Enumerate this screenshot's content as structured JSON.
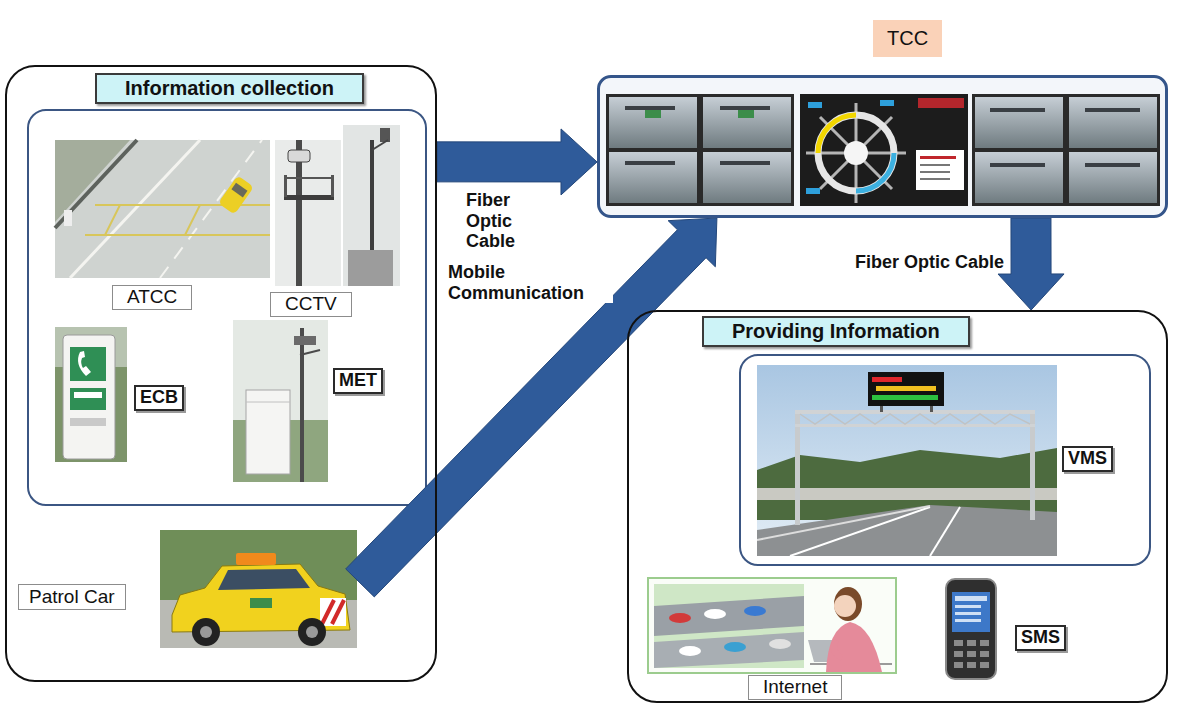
{
  "diagram": {
    "nodes": [
      {
        "text": [
          "Information collection"
        ]
      },
      {
        "text": [
          "ATCC"
        ],
        "in": 0
      },
      {
        "text": [
          "CCTV"
        ],
        "in": 0
      },
      {
        "text": [
          "ECB"
        ],
        "in": 0
      },
      {
        "text": [
          "MET"
        ],
        "in": 0
      },
      {
        "text": [
          "Patrol Car"
        ],
        "in": 0
      },
      {
        "text": [
          "TCC"
        ]
      },
      {
        "text": [
          "Providing Information"
        ]
      },
      {
        "text": [
          "VMS"
        ],
        "in": 7
      },
      {
        "text": [
          "Internet"
        ],
        "in": 7
      },
      {
        "text": [
          "SMS"
        ],
        "in": 7
      }
    ],
    "edges": [
      {
        "from": 0,
        "to": 6,
        "label": "Fiber Optic Cable",
        "arrow": "to"
      },
      {
        "from": 5,
        "to": 6,
        "label": "Mobile Communication",
        "arrow": "to"
      },
      {
        "from": 6,
        "to": 7,
        "label": "Fiber Optic Cable",
        "arrow": "to"
      }
    ]
  }
}
